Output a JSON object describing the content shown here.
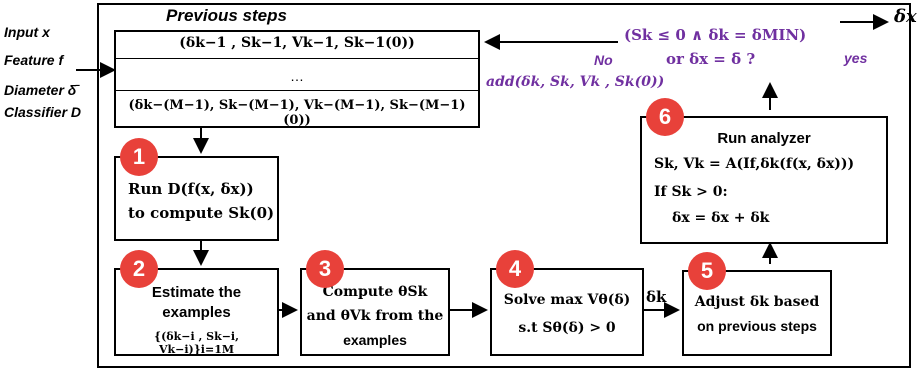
{
  "inputs": {
    "input_x": "Input x",
    "feature_f": "Feature f",
    "diameter": "Diameter δ̄",
    "classifier": "Classifier D"
  },
  "prev_steps": {
    "title": "Previous steps",
    "row1": "(δk−1 , Sk−1, Vk−1, Sk−1(0))",
    "row2": "…",
    "row3": "(δk−(M−1), Sk−(M−1), Vk−(M−1), Sk−(M−1)(0))"
  },
  "condition": {
    "line1": "(Sk ≤ 0 ∧ δk = δMIN)",
    "line2": "or δx = δ̄ ?",
    "yes": "yes",
    "no": "No",
    "add": "add(δk, Sk, Vk , Sk(0))",
    "output": "δx"
  },
  "steps": [
    {
      "num": "1",
      "line1": "Run D(f(x, δx))",
      "line2": "to compute Sk(0)"
    },
    {
      "num": "2",
      "line1": "Estimate the",
      "line2": "examples",
      "line3": "{(δk−i , Sk−i, Vk−i)}i=1M"
    },
    {
      "num": "3",
      "line1": "Compute θSk",
      "line2": "and θVk from the",
      "line3": "examples"
    },
    {
      "num": "4",
      "line1": "Solve max Vθ(δ)",
      "line2": "s.t Sθ(δ) > 0"
    },
    {
      "num": "5",
      "line1": "Adjust δk based",
      "line2": "on previous steps"
    },
    {
      "num": "6",
      "title": "Run analyzer",
      "line1": "Sk, Vk = A(If,δk(f(x, δx)))",
      "line2": "If Sk > 0:",
      "line3": "δx = δx + δk"
    }
  ],
  "edge_label_delta_k": "δk"
}
